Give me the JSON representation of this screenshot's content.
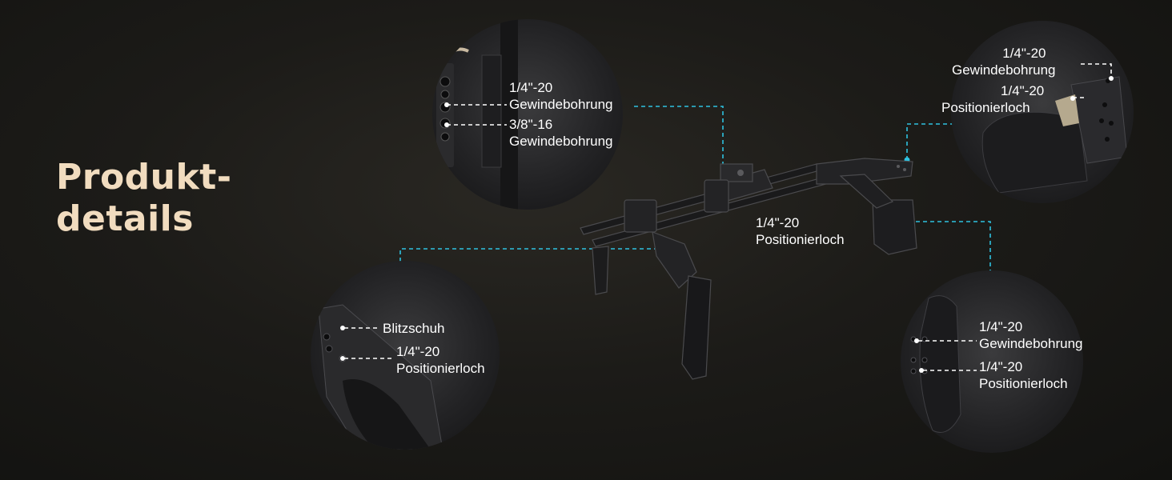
{
  "title": {
    "line1": "Produkt-",
    "line2": "details"
  },
  "colors": {
    "title": "#f1dcbf",
    "accent": "#2ec2e0",
    "text": "#ffffff"
  },
  "callouts": {
    "top_left": {
      "a_line1": "1/4\"-20",
      "a_line2": "Gewindebohrung",
      "b_line1": "3/8\"-16",
      "b_line2": "Gewindebohrung"
    },
    "top_right": {
      "a_line1": "1/4\"-20",
      "a_line2": "Gewindebohrung",
      "b_line1": "1/4\"-20",
      "b_line2": "Positionierloch"
    },
    "center": {
      "line1": "1/4\"-20",
      "line2": "Positionierloch"
    },
    "bottom_left": {
      "a": "Blitzschuh",
      "b_line1": "1/4\"-20",
      "b_line2": "Positionierloch"
    },
    "bottom_right": {
      "a_line1": "1/4\"-20",
      "a_line2": "Gewindebohrung",
      "b_line1": "1/4\"-20",
      "b_line2": "Positionierloch"
    }
  }
}
